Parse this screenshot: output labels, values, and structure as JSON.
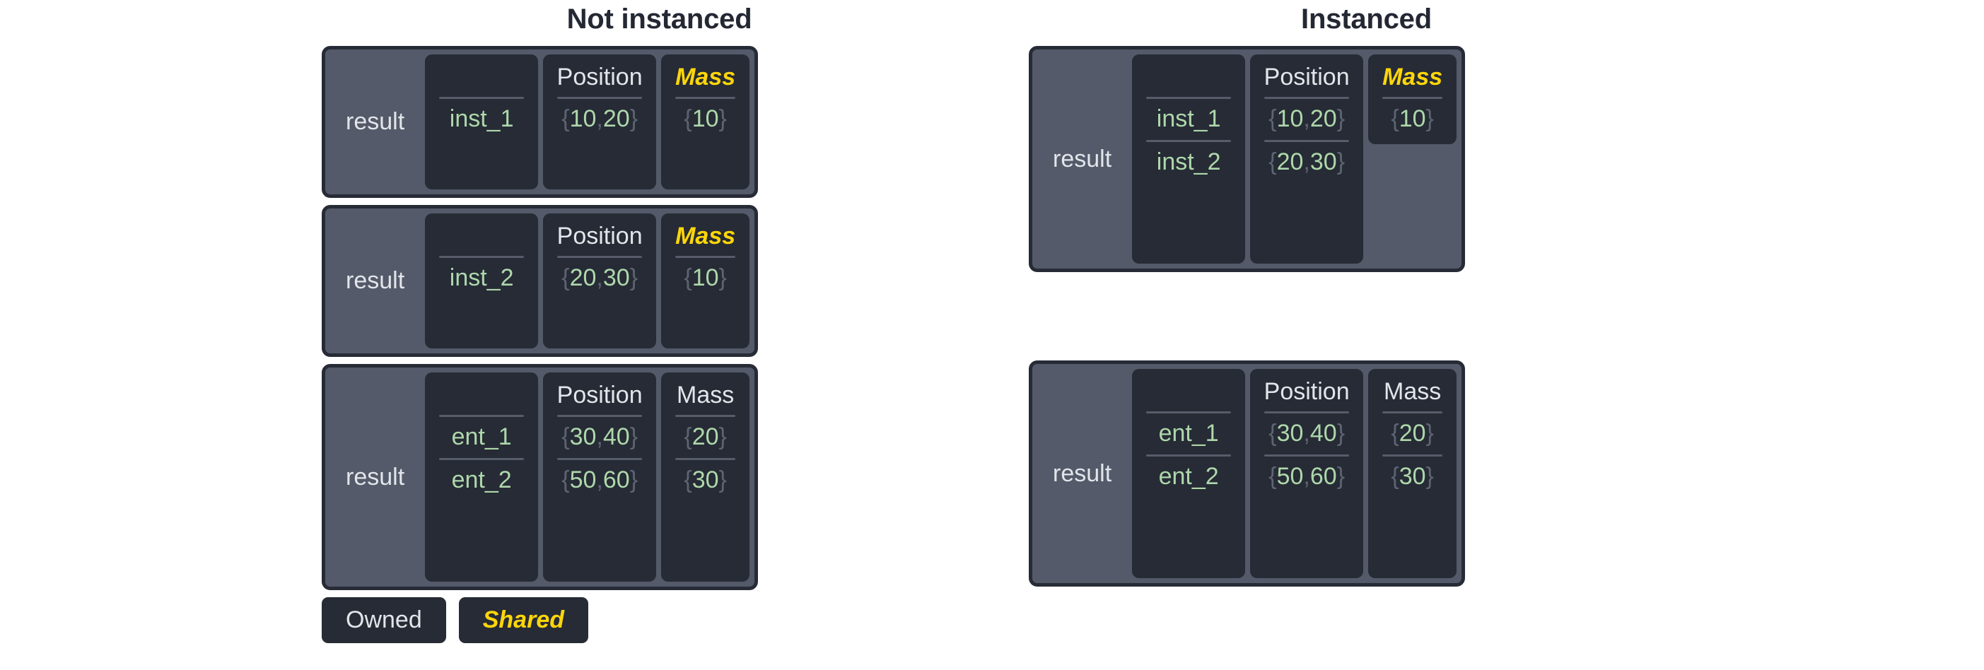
{
  "titles": {
    "left": "Not instanced",
    "right": "Instanced"
  },
  "labels": {
    "result": "result",
    "position": "Position",
    "mass": "Mass",
    "blank": ""
  },
  "legend": {
    "owned": "Owned",
    "shared": "Shared"
  },
  "colors": {
    "page_background": "#ffffff",
    "title_text": "#232833",
    "block_fill": "#545a69",
    "block_border": "#262b36",
    "card_fill": "#262b35",
    "owned_text": "#e2e5ea",
    "shared_text": "#ffd60a",
    "value_text": "#aed7ab",
    "brace_text": "#5d6472",
    "rule": "#565c69"
  },
  "not_instanced": {
    "blocks": [
      {
        "label": "result",
        "columns": [
          {
            "header": "",
            "shared": false,
            "cells": [
              "inst_1"
            ]
          },
          {
            "header": "Position",
            "shared": false,
            "cells": [
              "{10, 20}"
            ]
          },
          {
            "header": "Mass",
            "shared": true,
            "cells": [
              "{10}"
            ]
          }
        ]
      },
      {
        "label": "result",
        "columns": [
          {
            "header": "",
            "shared": false,
            "cells": [
              "inst_2"
            ]
          },
          {
            "header": "Position",
            "shared": false,
            "cells": [
              "{20, 30}"
            ]
          },
          {
            "header": "Mass",
            "shared": true,
            "cells": [
              "{10}"
            ]
          }
        ]
      },
      {
        "label": "result",
        "columns": [
          {
            "header": "",
            "shared": false,
            "cells": [
              "ent_1",
              "ent_2"
            ]
          },
          {
            "header": "Position",
            "shared": false,
            "cells": [
              "{30, 40}",
              "{50, 60}"
            ]
          },
          {
            "header": "Mass",
            "shared": false,
            "cells": [
              "{20}",
              "{30}"
            ]
          }
        ]
      }
    ]
  },
  "instanced": {
    "blocks": [
      {
        "label": "result",
        "columns": [
          {
            "header": "",
            "shared": false,
            "cells": [
              "inst_1",
              "inst_2"
            ]
          },
          {
            "header": "Position",
            "shared": false,
            "cells": [
              "{10, 20}",
              "{20, 30}"
            ]
          },
          {
            "header": "Mass",
            "shared": true,
            "cells": [
              "{10}"
            ]
          }
        ]
      },
      {
        "label": "result",
        "columns": [
          {
            "header": "",
            "shared": false,
            "cells": [
              "ent_1",
              "ent_2"
            ]
          },
          {
            "header": "Position",
            "shared": false,
            "cells": [
              "{30, 40}",
              "{50, 60}"
            ]
          },
          {
            "header": "Mass",
            "shared": false,
            "cells": [
              "{20}",
              "{30}"
            ]
          }
        ]
      }
    ]
  }
}
